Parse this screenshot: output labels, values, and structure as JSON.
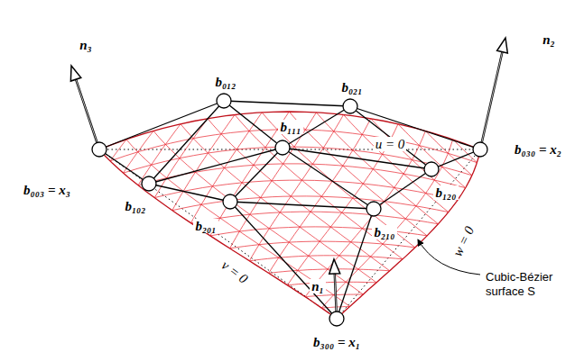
{
  "diagram": {
    "labels": [
      "b₀₀₃ = x₃",
      "n₃",
      "b₀₁₂",
      "b₀₂₁",
      "n₂",
      "b₀₃₀ = x₂",
      "u = 0",
      "b₁₀₂",
      "b₁₁₁",
      "b₁₂₀",
      "w = 0",
      "b₂₀₁",
      "b₂₁₀",
      "v = 0",
      "n₁",
      "Cubic-Bézier surface S",
      "b₃₀₀ = x₁"
    ]
  }
}
